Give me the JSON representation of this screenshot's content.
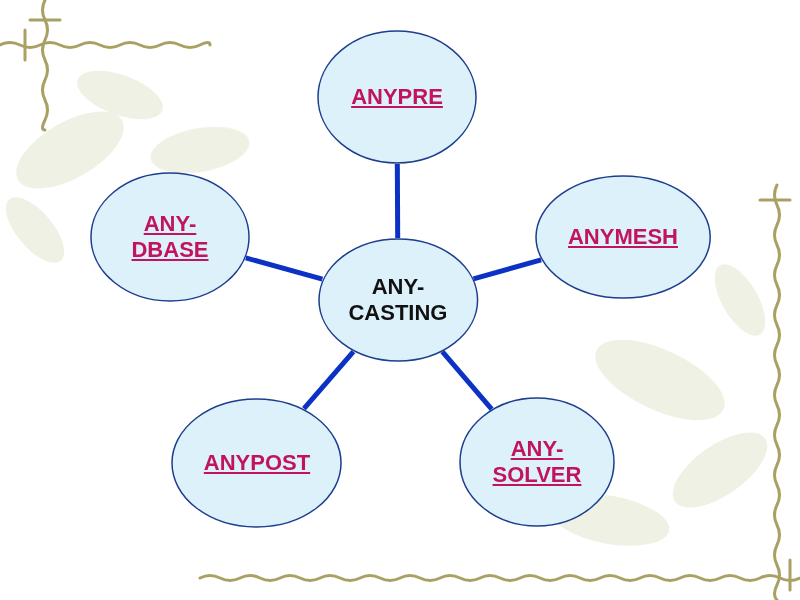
{
  "diagram": {
    "nodes": [
      {
        "text": [
          "ANY- CASTING"
        ]
      },
      {
        "text": [
          "ANYPRE"
        ]
      },
      {
        "text": [
          "ANYMESH"
        ]
      },
      {
        "text": [
          "ANY- SOLVER"
        ]
      },
      {
        "text": [
          "ANYPOST"
        ]
      },
      {
        "text": [
          "ANY- DBASE"
        ]
      }
    ],
    "edges": [
      {
        "from": 0,
        "to": 1,
        "arrow": "none"
      },
      {
        "from": 0,
        "to": 2,
        "arrow": "none"
      },
      {
        "from": 0,
        "to": 3,
        "arrow": "none"
      },
      {
        "from": 0,
        "to": 4,
        "arrow": "none"
      },
      {
        "from": 0,
        "to": 5,
        "arrow": "none"
      }
    ]
  }
}
